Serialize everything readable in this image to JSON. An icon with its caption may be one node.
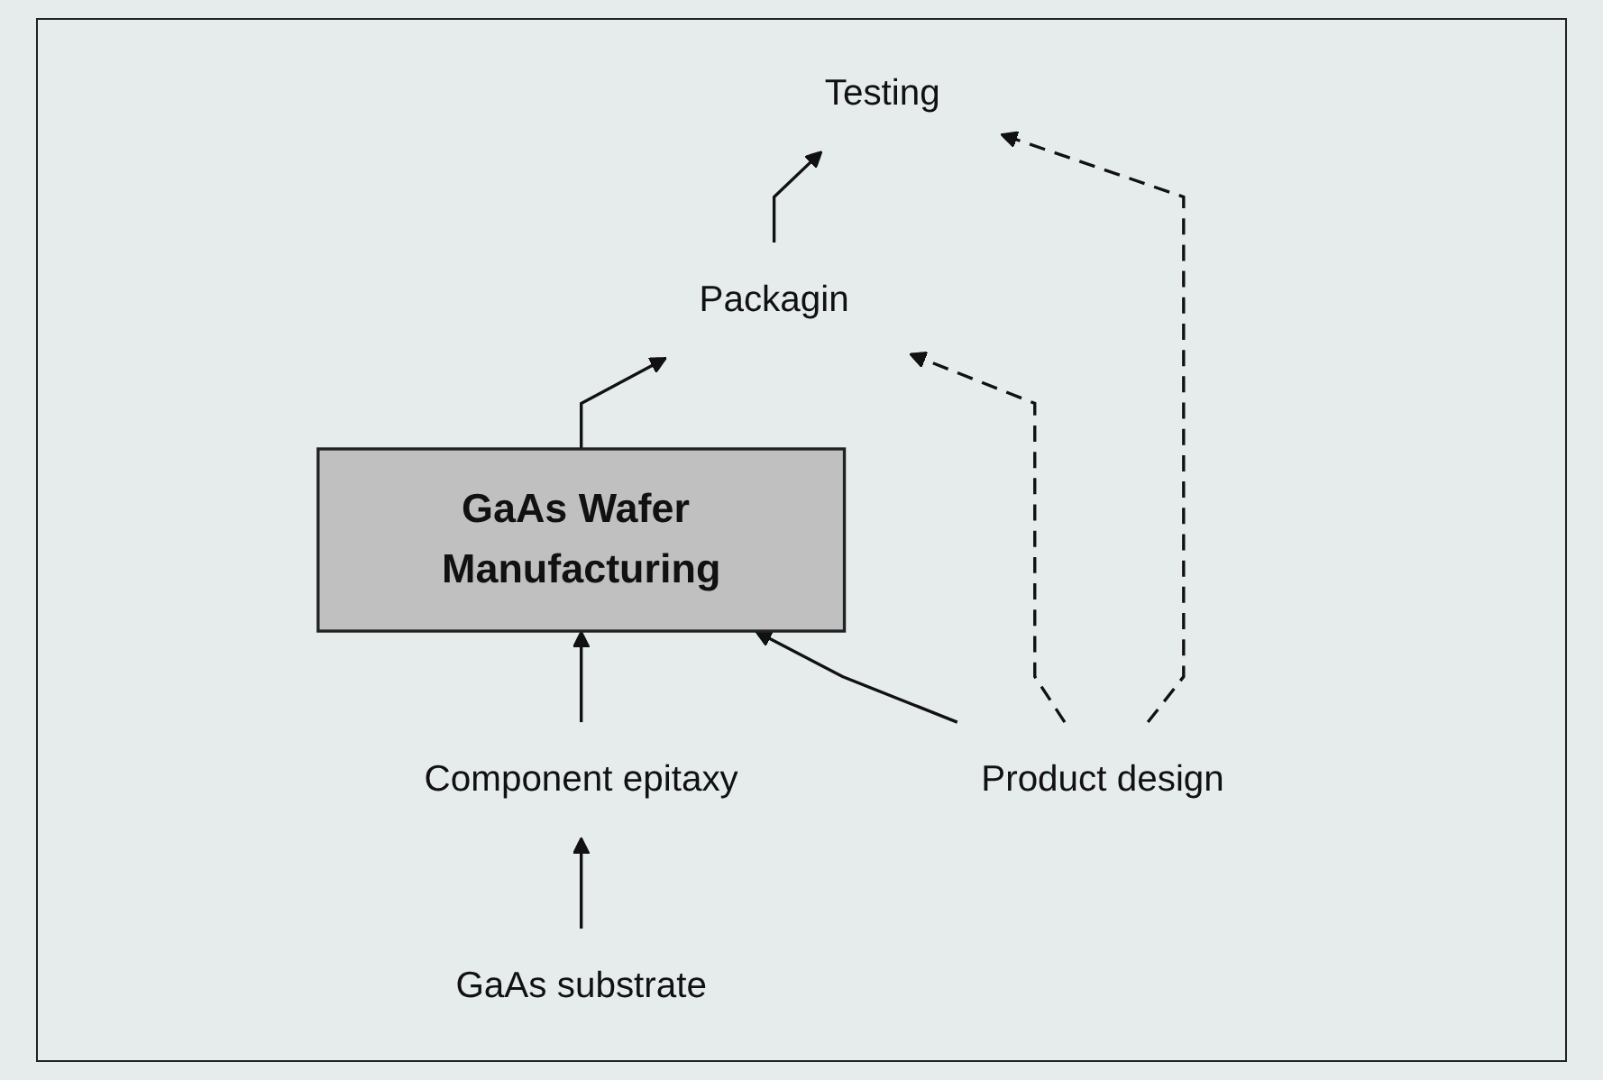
{
  "diagram": {
    "nodes": [
      {
        "text": [
          "GaAs substrate"
        ]
      },
      {
        "text": [
          "Component epitaxy"
        ]
      },
      {
        "text": [
          "GaAs Wafer Manufacturing"
        ]
      },
      {
        "text": [
          "Packagin"
        ]
      },
      {
        "text": [
          "Testing"
        ]
      },
      {
        "text": [
          "Product design"
        ]
      }
    ],
    "edges": [
      {
        "from": 0,
        "to": 1,
        "arrow": "to"
      },
      {
        "from": 1,
        "to": 2,
        "arrow": "to"
      },
      {
        "from": 2,
        "to": 3,
        "arrow": "to"
      },
      {
        "from": 3,
        "to": 4,
        "arrow": "to"
      },
      {
        "from": 5,
        "to": 4,
        "arrow": "to",
        "style": "dashed"
      },
      {
        "from": 5,
        "to": 3,
        "arrow": "to",
        "style": "dashed"
      },
      {
        "from": 5,
        "to": 2,
        "arrow": "to"
      }
    ]
  }
}
